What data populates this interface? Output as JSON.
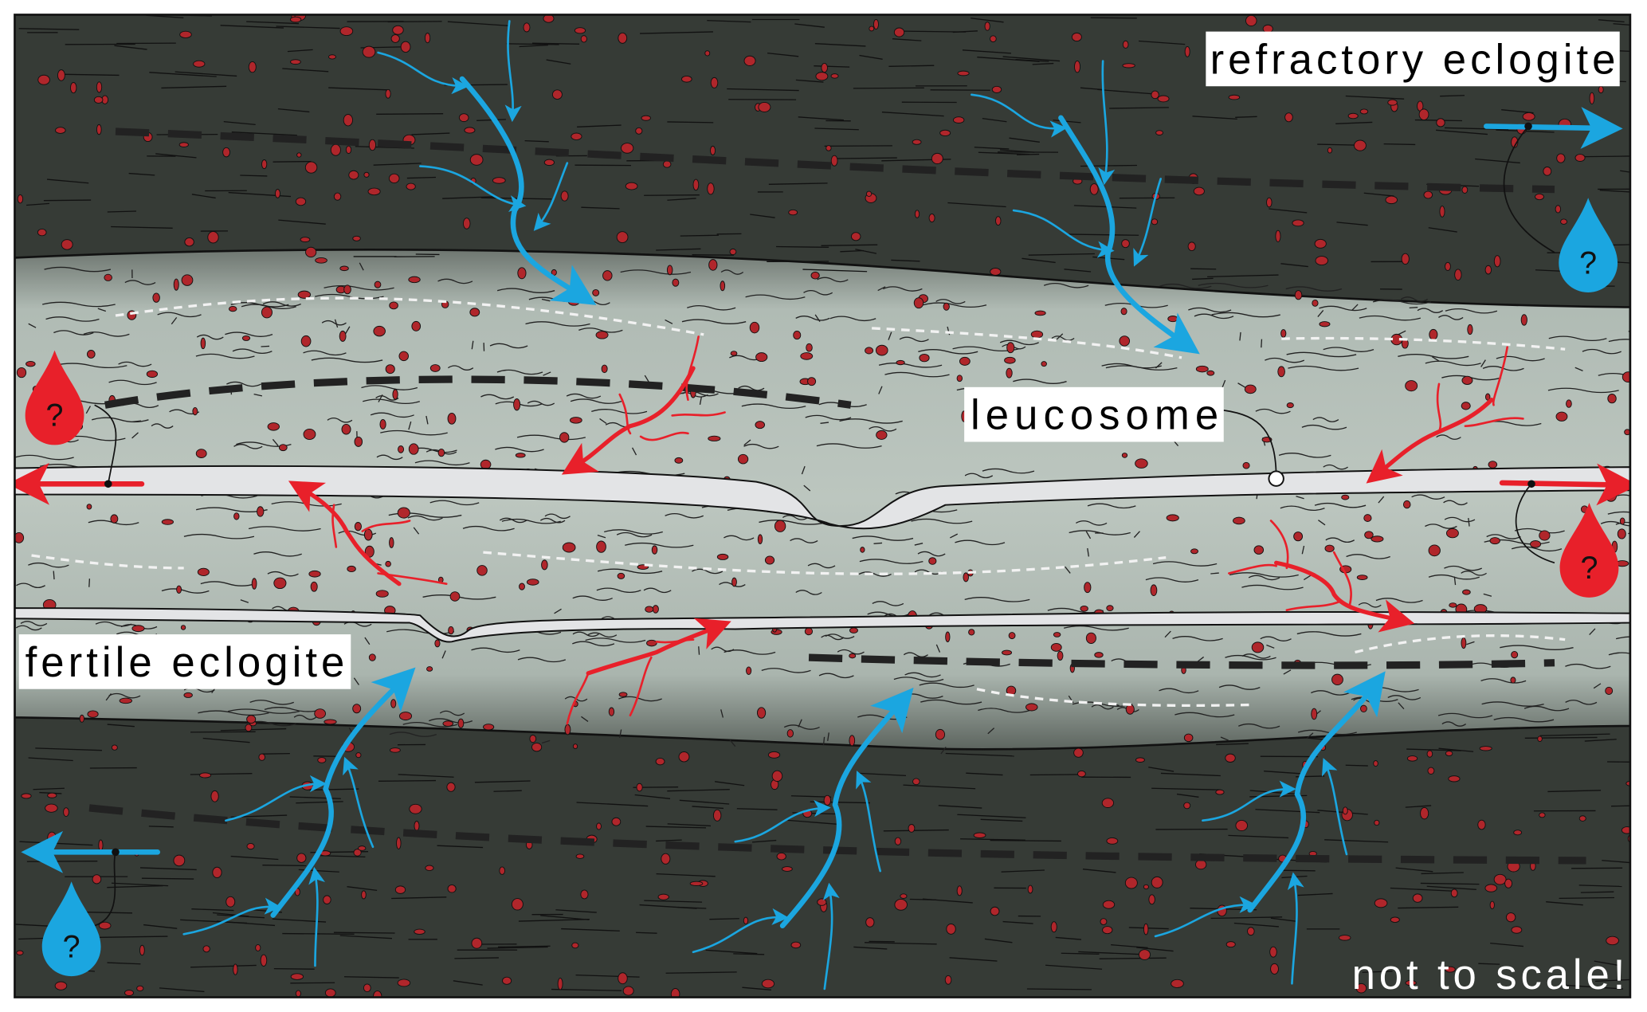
{
  "labels": {
    "refractory": "refractory eclogite",
    "leucosome": "leucosome",
    "fertile": "fertile eclogite",
    "scale_note": "not to scale!"
  },
  "droplets": {
    "question_mark": "?"
  },
  "colors": {
    "host_rock": "#363b36",
    "melt_band": "#b4bfb8",
    "leucosome": "#e3e4e6",
    "garnet": "#b0262b",
    "fluid": "#1ba6e0",
    "melt": "#e8202a"
  }
}
